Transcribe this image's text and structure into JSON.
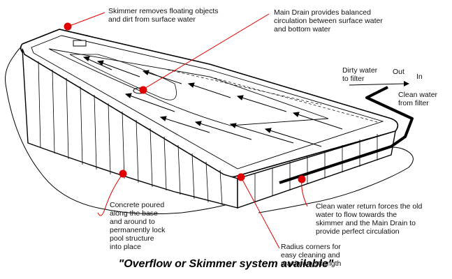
{
  "callouts": {
    "skimmer": "Skimmer removes floating objects\nand dirt from surface water",
    "main_drain": "Main Drain provides balanced\ncirculation between surface water\nand bottom water",
    "dirty_water": "Dirty water\nto filter",
    "out": "Out",
    "in": "In",
    "clean_water": "Clean water\nfrom filter",
    "concrete": "Concrete poured\nalong the base\nand around to\npermanently lock\npool structure\ninto place",
    "clean_return": "Clean water return forces the old\nwater to flow towards the\nskimmer and the Main Drain to\nprovide perfect circulation",
    "radius_corners": "Radius corners for\neasy cleaning and\nmaximum strength"
  },
  "caption": "\"Overflow or Skimmer system available\"",
  "colors": {
    "marker": "#e00000",
    "leader": "#e00000",
    "outline": "#000000",
    "pipe": "#000000"
  }
}
